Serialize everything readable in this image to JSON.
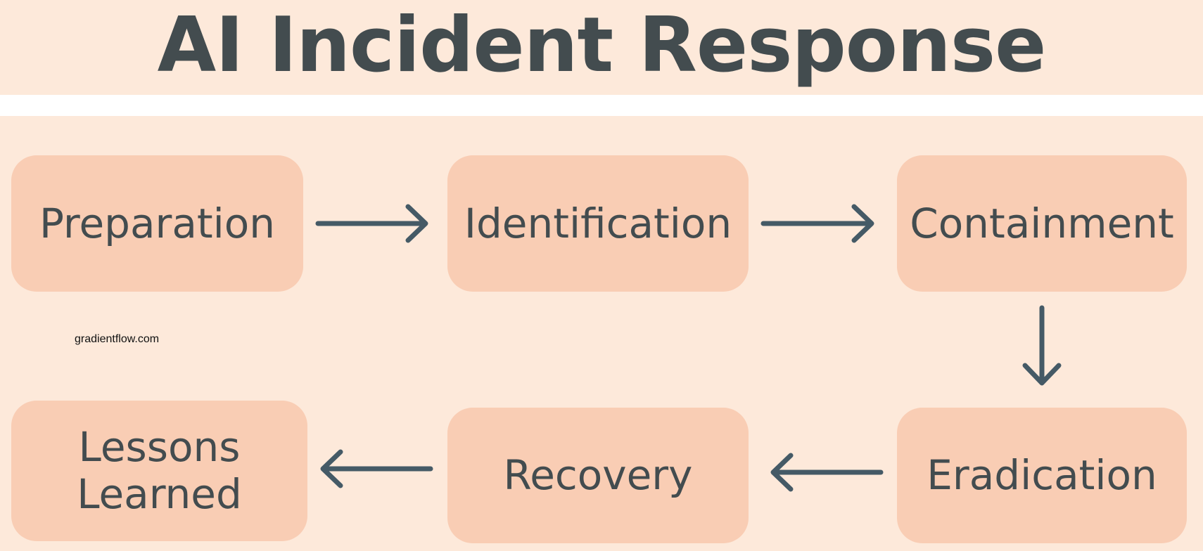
{
  "title": "AI Incident Response",
  "watermark": "gradientflow.com",
  "steps": {
    "preparation": "Preparation",
    "identification": "Identification",
    "containment": "Containment",
    "eradication": "Eradication",
    "recovery": "Recovery",
    "lessons_learned_line1": "Lessons",
    "lessons_learned_line2": "Learned"
  },
  "colors": {
    "background": "#fde9da",
    "box": "#f9cdb4",
    "text": "#434c4f",
    "arrow": "#455a66"
  }
}
